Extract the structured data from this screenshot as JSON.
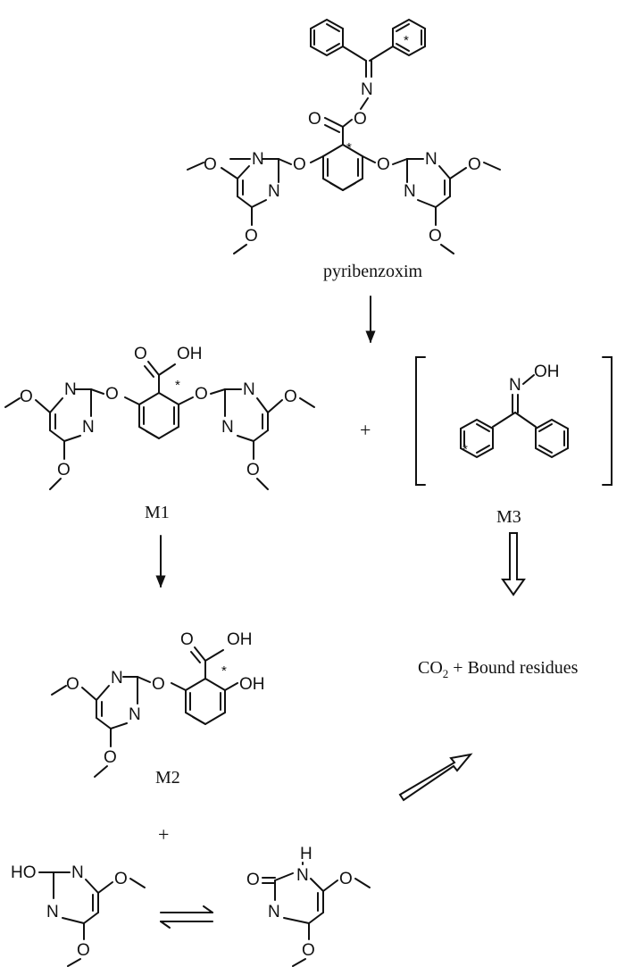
{
  "compounds": {
    "parent": {
      "name": "pyribenzoxim"
    },
    "m1": {
      "name": "M1"
    },
    "m2": {
      "name": "M2"
    },
    "m3": {
      "name": "M3"
    }
  },
  "atoms": {
    "oxygen": "O",
    "nitrogen": "N",
    "hydroxyl": "OH",
    "nh": "H",
    "ho": "HO",
    "label_marker": "*"
  },
  "products": {
    "co2": "CO",
    "co2_subscript": "2",
    "bound_residues": " + Bound residues"
  },
  "operators": {
    "plus": "+"
  }
}
